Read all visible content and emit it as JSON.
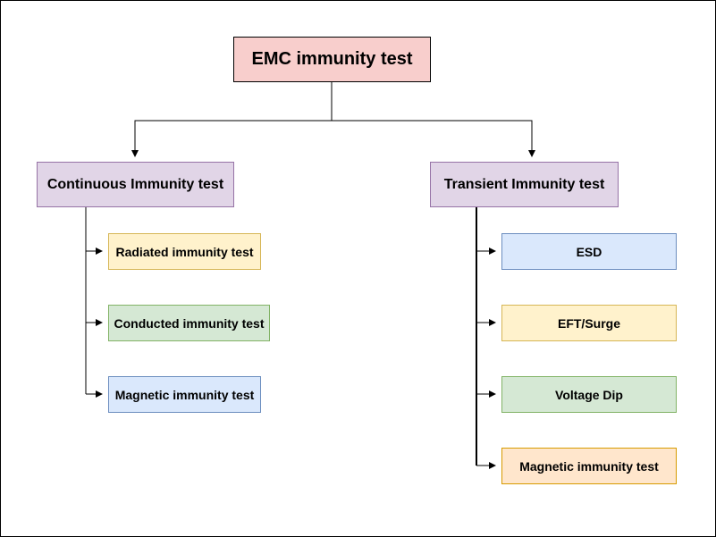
{
  "diagram": {
    "root": {
      "label": "EMC immunity test"
    },
    "branches": [
      {
        "label": "Continuous Immunity test",
        "children": [
          {
            "label": "Radiated immunity test"
          },
          {
            "label": "Conducted immunity test"
          },
          {
            "label": "Magnetic immunity test"
          }
        ]
      },
      {
        "label": "Transient Immunity test",
        "children": [
          {
            "label": "ESD"
          },
          {
            "label": "EFT/Surge"
          },
          {
            "label": "Voltage Dip"
          },
          {
            "label": "Magnetic immunity test"
          }
        ]
      }
    ]
  },
  "colors": {
    "root_fill": "#f8cecc",
    "branch_fill": "#e1d5e7",
    "yellow_fill": "#fff2cc",
    "green_fill": "#d5e8d4",
    "blue_fill": "#dae8fc",
    "orange_fill": "#ffe6cc",
    "connector": "#000000"
  }
}
